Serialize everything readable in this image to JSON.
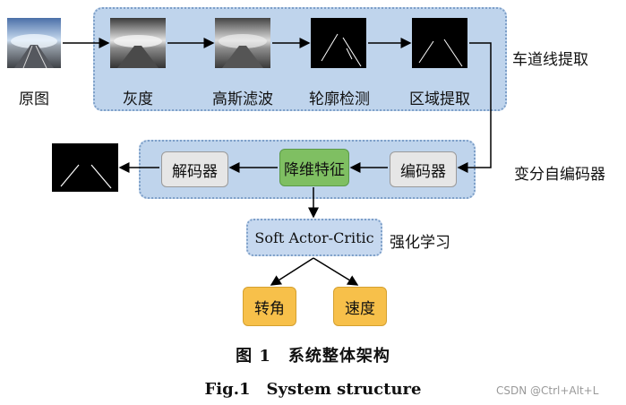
{
  "stages": {
    "original": "原图",
    "gray": "灰度",
    "gaussian": "高斯滤波",
    "contour": "轮廓检测",
    "region": "区域提取"
  },
  "group_labels": {
    "lane_extraction": "车道线提取",
    "vae": "变分自编码器",
    "rl": "强化学习"
  },
  "vae": {
    "decoder": "解码器",
    "latent": "降维特征",
    "encoder": "编码器"
  },
  "rl": {
    "algorithm": "Soft Actor-Critic"
  },
  "outputs": {
    "steering": "转角",
    "speed": "速度"
  },
  "caption": {
    "cn": "图 1　系统整体架构",
    "en": "Fig.1　System structure"
  },
  "watermark": "CSDN @Ctrl+Alt+L",
  "colors": {
    "panel": "#bfd4ec",
    "latent": "#7fbf62",
    "outputs": "#f7c04a",
    "blocks": "#e6e6e6"
  }
}
